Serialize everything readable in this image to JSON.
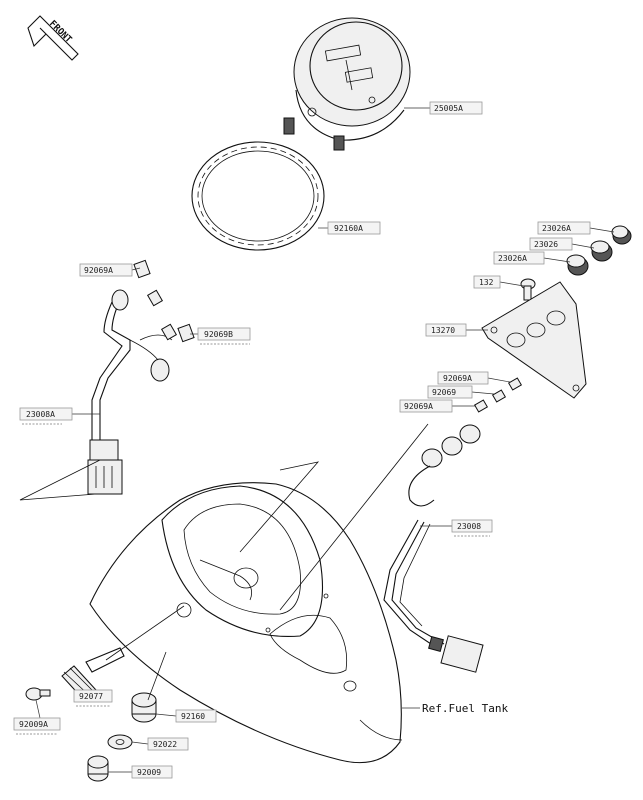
{
  "orientation": {
    "front_label": "FRONT"
  },
  "reference_note": "Ref.Fuel Tank",
  "parts": [
    {
      "id": "meter-assembly",
      "number": "25005A"
    },
    {
      "id": "meter-ring",
      "number": "92160A"
    },
    {
      "id": "bulb-socket-tl",
      "number": "92069A"
    },
    {
      "id": "bulb-socket-b",
      "number": "92069B"
    },
    {
      "id": "harness-left",
      "number": "23008A"
    },
    {
      "id": "bulb-cap-1",
      "number": "23026A"
    },
    {
      "id": "bulb-cap-2",
      "number": "23026"
    },
    {
      "id": "bulb-cap-3",
      "number": "23026A"
    },
    {
      "id": "bolt",
      "number": "132"
    },
    {
      "id": "bracket",
      "number": "13270"
    },
    {
      "id": "bulb-a-upper",
      "number": "92069A"
    },
    {
      "id": "bulb-mid",
      "number": "92069"
    },
    {
      "id": "bulb-a-lower",
      "number": "92069A"
    },
    {
      "id": "harness-right",
      "number": "23008"
    },
    {
      "id": "cable-fitting",
      "number": "92077"
    },
    {
      "id": "screw",
      "number": "92009A"
    },
    {
      "id": "grommet",
      "number": "92160"
    },
    {
      "id": "washer",
      "number": "92022"
    },
    {
      "id": "nut",
      "number": "92009"
    }
  ]
}
